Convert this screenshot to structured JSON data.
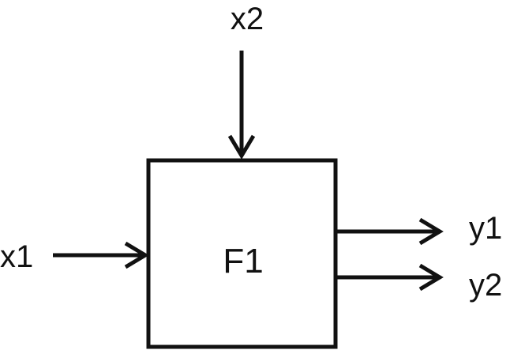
{
  "diagram": {
    "block": {
      "label": "F1"
    },
    "inputs": [
      {
        "id": "x2",
        "label": "x2"
      },
      {
        "id": "x1",
        "label": "x1"
      }
    ],
    "outputs": [
      {
        "id": "y1",
        "label": "y1"
      },
      {
        "id": "y2",
        "label": "y2"
      }
    ],
    "colors": {
      "stroke": "#111111",
      "background": "#ffffff"
    }
  }
}
